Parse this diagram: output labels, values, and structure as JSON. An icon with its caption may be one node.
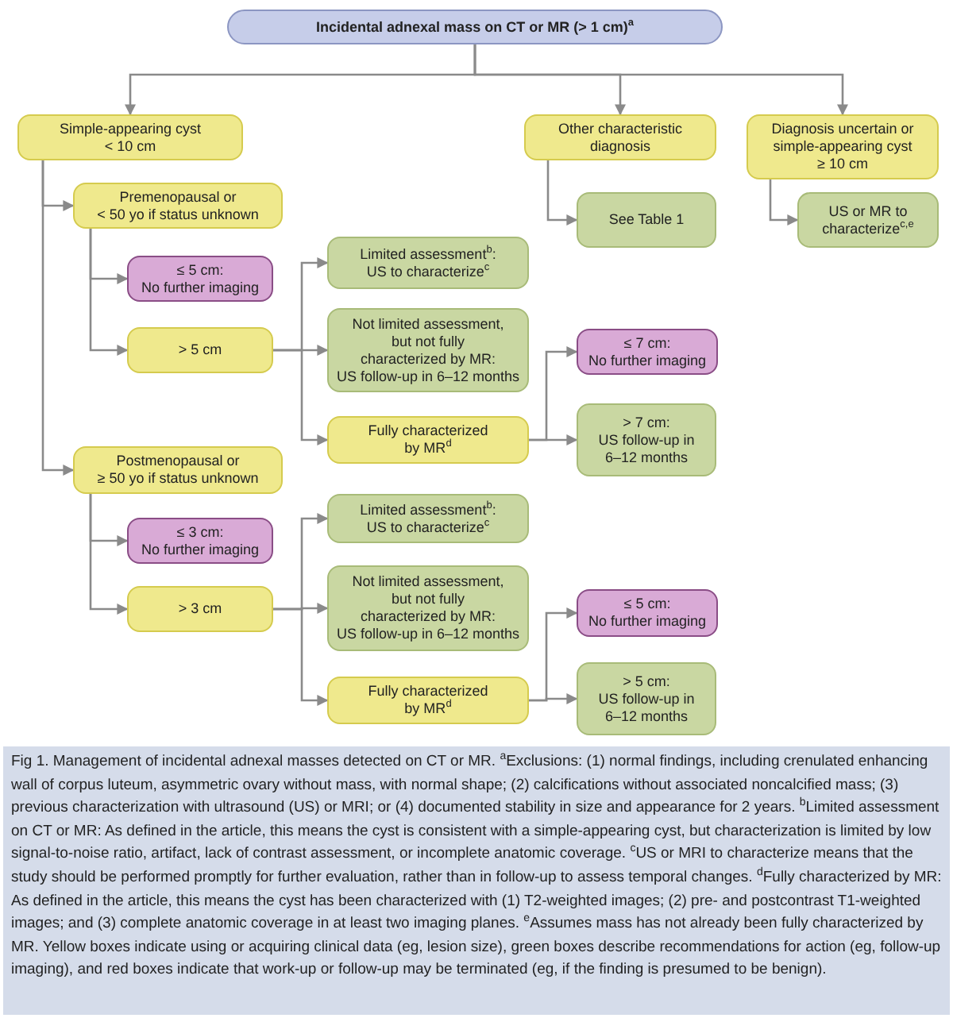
{
  "diagram": {
    "nodes": [
      {
        "text": [
          "Incidental adnexal mass on CT or MR (> 1 cm)$^{a}$"
        ]
      },
      {
        "text": [
          "Simple-appearing cyst < 10 cm"
        ]
      },
      {
        "text": [
          "Other characteristic diagnosis"
        ]
      },
      {
        "text": [
          "Diagnosis uncertain or simple-appearing cyst ≥ 10 cm"
        ]
      },
      {
        "text": [
          "See Table 1"
        ]
      },
      {
        "text": [
          "US or MR to characterize$^{c,e}$"
        ]
      },
      {
        "text": [
          "Premenopausal or < 50 yo if status unknown"
        ]
      },
      {
        "text": [
          "≤ 5 cm: No further imaging"
        ]
      },
      {
        "text": [
          "> 5 cm"
        ]
      },
      {
        "text": [
          "Limited assessment$^{b}$: US to characterize$^{c}$"
        ]
      },
      {
        "text": [
          "Not limited assessment, but not fully characterized by MR: US follow-up in 6–12 months"
        ]
      },
      {
        "text": [
          "Fully characterized by MR$^{d}$"
        ]
      },
      {
        "text": [
          "≤ 7 cm: No further imaging"
        ]
      },
      {
        "text": [
          "> 7 cm: US follow-up in 6–12 months"
        ]
      },
      {
        "text": [
          "Postmenopausal or ≥ 50 yo if status unknown"
        ]
      },
      {
        "text": [
          "≤ 3 cm: No further imaging"
        ]
      },
      {
        "text": [
          "> 3 cm"
        ]
      },
      {
        "text": [
          "Limited assessment$^{b}$: US to characterize$^{c}$"
        ]
      },
      {
        "text": [
          "Not limited assessment, but not fully characterized by MR: US follow-up in 6–12 months"
        ]
      },
      {
        "text": [
          "Fully characterized by MR$^{d}$"
        ]
      },
      {
        "text": [
          "≤ 5 cm: No further imaging"
        ]
      },
      {
        "text": [
          "> 5 cm: US follow-up in 6–12 months"
        ]
      }
    ],
    "edges": [
      {
        "from": 0,
        "to": 1,
        "arrow": "to"
      },
      {
        "from": 0,
        "to": 2,
        "arrow": "to"
      },
      {
        "from": 0,
        "to": 3,
        "arrow": "to"
      },
      {
        "from": 2,
        "to": 4,
        "arrow": "to"
      },
      {
        "from": 3,
        "to": 5,
        "arrow": "to"
      },
      {
        "from": 1,
        "to": 6,
        "arrow": "to"
      },
      {
        "from": 1,
        "to": 14,
        "arrow": "to"
      },
      {
        "from": 6,
        "to": 7,
        "arrow": "to"
      },
      {
        "from": 6,
        "to": 8,
        "arrow": "to"
      },
      {
        "from": 8,
        "to": 9,
        "arrow": "to"
      },
      {
        "from": 8,
        "to": 10,
        "arrow": "to"
      },
      {
        "from": 8,
        "to": 11,
        "arrow": "to"
      },
      {
        "from": 11,
        "to": 12,
        "arrow": "to"
      },
      {
        "from": 11,
        "to": 13,
        "arrow": "to"
      },
      {
        "from": 14,
        "to": 15,
        "arrow": "to"
      },
      {
        "from": 14,
        "to": 16,
        "arrow": "to"
      },
      {
        "from": 16,
        "to": 17,
        "arrow": "to"
      },
      {
        "from": 16,
        "to": 18,
        "arrow": "to"
      },
      {
        "from": 16,
        "to": 19,
        "arrow": "to"
      },
      {
        "from": 19,
        "to": 20,
        "arrow": "to"
      },
      {
        "from": 19,
        "to": 21,
        "arrow": "to"
      }
    ],
    "caption": "Fig 1. Management of incidental adnexal masses detected on CT or MR. $^{a}$Exclusions: (1) normal findings, including crenulated enhancing wall of corpus luteum, asymmetric ovary without mass, with normal shape; (2) calcifications without associated noncalcified mass; (3) previous characterization with ultrasound (US) or MRI; or (4) documented stability in size and appearance for 2 years. $^{b}$Limited assessment on CT or MR: As defined in the article, this means the cyst is consistent with a simple-appearing cyst, but characterization is limited by low signal-to-noise ratio, artifact, lack of contrast assessment, or incomplete anatomic coverage. $^{c}$US or MRI to characterize means that the study should be performed promptly for further evaluation, rather than in follow-up to assess temporal changes. $^{d}$Fully characterized by MR: As defined in the article, this means the cyst has been characterized with (1) T2-weighted images; (2) pre- and postcontrast T1-weighted images; and (3) complete anatomic coverage in at least two imaging planes. $^{e}$Assumes mass has not already been fully characterized by MR. Yellow boxes indicate using or acquiring clinical data (eg, lesion size), green boxes describe recommendations for action (eg, follow-up imaging), and red boxes indicate that work-up or follow-up may be terminated (eg, if the finding is presumed to be benign)."
  }
}
